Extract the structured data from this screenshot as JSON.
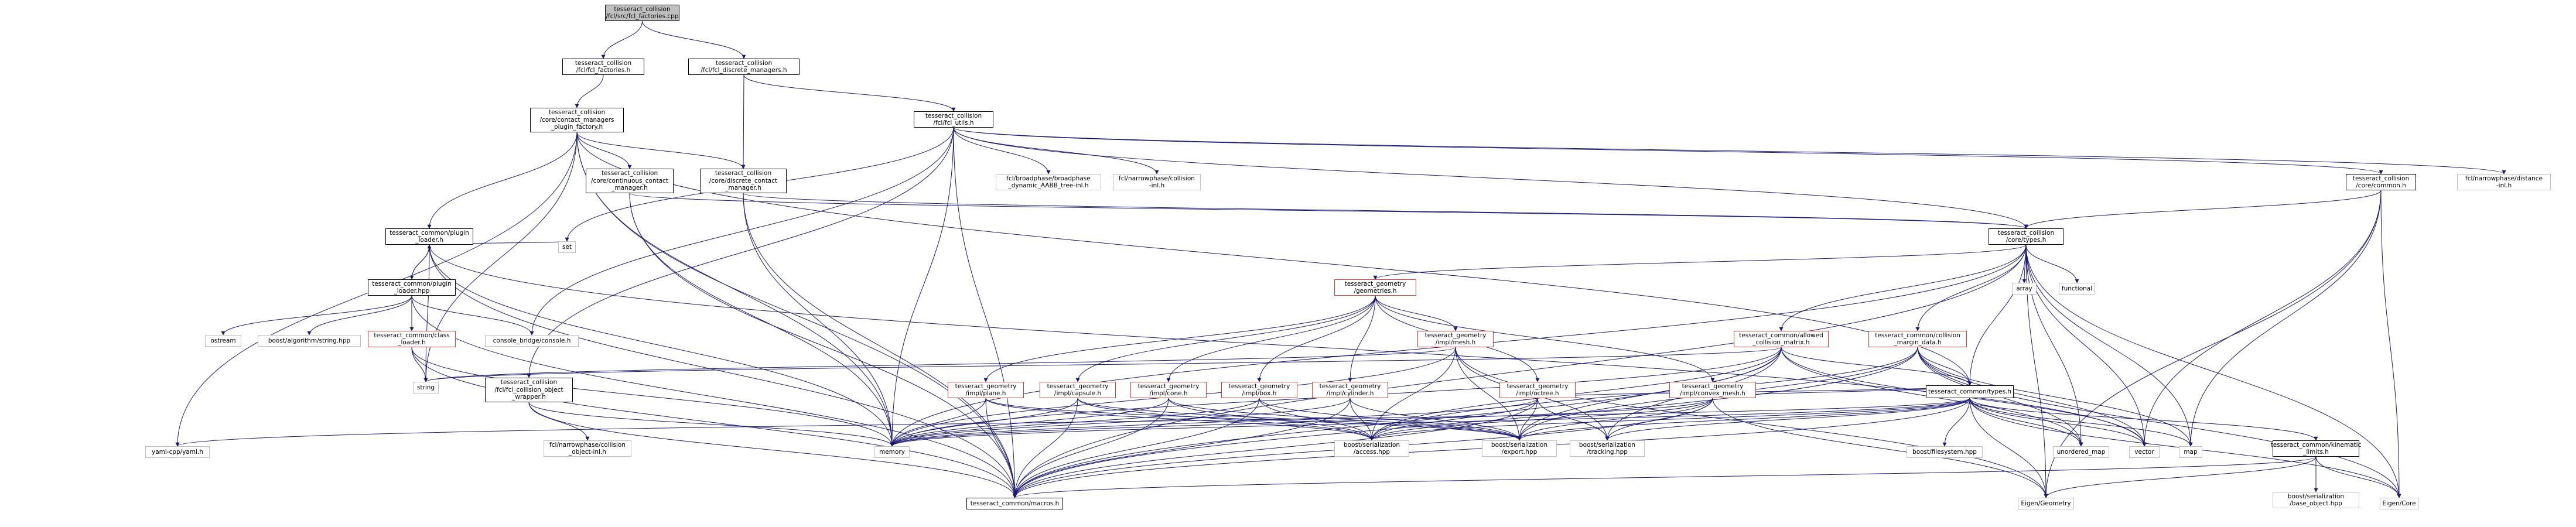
{
  "graph": {
    "nodes": [
      {
        "id": "root",
        "label": "tesseract_collision\n/fcl/src/fcl_factories.cpp",
        "kind": "root"
      },
      {
        "id": "fcl_factories",
        "label": "tesseract_collision\n/fcl/fcl_factories.h",
        "kind": "doc"
      },
      {
        "id": "fcl_discrete",
        "label": "tesseract_collision\n/fcl/fcl_discrete_managers.h",
        "kind": "doc"
      },
      {
        "id": "plugin_factory",
        "label": "tesseract_collision\n/core/contact_managers\n_plugin_factory.h",
        "kind": "doc"
      },
      {
        "id": "fcl_utils",
        "label": "tesseract_collision\n/fcl/fcl_utils.h",
        "kind": "doc"
      },
      {
        "id": "continuous_cm",
        "label": "tesseract_collision\n/core/continuous_contact\n_manager.h",
        "kind": "doc"
      },
      {
        "id": "discrete_cm",
        "label": "tesseract_collision\n/core/discrete_contact\n_manager.h",
        "kind": "doc"
      },
      {
        "id": "bp_dynamic",
        "label": "fcl/broadphase/broadphase\n_dynamic_AABB_tree-inl.h",
        "kind": "lib"
      },
      {
        "id": "np_collision_inl",
        "label": "fcl/narrowphase/collision\n-inl.h",
        "kind": "lib"
      },
      {
        "id": "core_common",
        "label": "tesseract_collision\n/core/common.h",
        "kind": "doc"
      },
      {
        "id": "np_distance",
        "label": "fcl/narrowphase/distance\n-inl.h",
        "kind": "lib"
      },
      {
        "id": "plugin_loader_h",
        "label": "tesseract_common/plugin\n_loader.h",
        "kind": "doc"
      },
      {
        "id": "set",
        "label": "set",
        "kind": "lib"
      },
      {
        "id": "core_types",
        "label": "tesseract_collision\n/core/types.h",
        "kind": "doc"
      },
      {
        "id": "plugin_loader_hpp",
        "label": "tesseract_common/plugin\n_loader.hpp",
        "kind": "doc"
      },
      {
        "id": "geometries",
        "label": "tesseract_geometry\n/geometries.h",
        "kind": "red"
      },
      {
        "id": "array",
        "label": "array",
        "kind": "lib"
      },
      {
        "id": "functional",
        "label": "functional",
        "kind": "lib"
      },
      {
        "id": "ostream",
        "label": "ostream",
        "kind": "lib"
      },
      {
        "id": "boost_algo",
        "label": "boost/algorithm/string.hpp",
        "kind": "lib"
      },
      {
        "id": "console_bridge",
        "label": "console_bridge/console.h",
        "kind": "lib"
      },
      {
        "id": "class_loader",
        "label": "tesseract_common/class\n_loader.h",
        "kind": "red"
      },
      {
        "id": "impl_mesh",
        "label": "tesseract_geometry\n/impl/mesh.h",
        "kind": "red"
      },
      {
        "id": "allowed_cm",
        "label": "tesseract_common/allowed\n_collision_matrix.h",
        "kind": "red"
      },
      {
        "id": "collision_margin",
        "label": "tesseract_common/collision\n_margin_data.h",
        "kind": "red"
      },
      {
        "id": "string",
        "label": "string",
        "kind": "lib"
      },
      {
        "id": "fcl_obj_wrapper",
        "label": "tesseract_collision\n/fcl/fcl_collision_object\n_wrapper.h",
        "kind": "doc"
      },
      {
        "id": "impl_plane",
        "label": "tesseract_geometry\n/impl/plane.h",
        "kind": "red"
      },
      {
        "id": "impl_capsule",
        "label": "tesseract_geometry\n/impl/capsule.h",
        "kind": "red"
      },
      {
        "id": "impl_cone",
        "label": "tesseract_geometry\n/impl/cone.h",
        "kind": "red"
      },
      {
        "id": "impl_box",
        "label": "tesseract_geometry\n/impl/box.h",
        "kind": "red"
      },
      {
        "id": "impl_cylinder",
        "label": "tesseract_geometry\n/impl/cylinder.h",
        "kind": "red"
      },
      {
        "id": "impl_octree",
        "label": "tesseract_geometry\n/impl/octree.h",
        "kind": "red"
      },
      {
        "id": "impl_convex",
        "label": "tesseract_geometry\n/impl/convex_mesh.h",
        "kind": "red"
      },
      {
        "id": "common_types",
        "label": "tesseract_common/types.h",
        "kind": "doc"
      },
      {
        "id": "yaml",
        "label": "yaml-cpp/yaml.h",
        "kind": "lib"
      },
      {
        "id": "np_object_inl",
        "label": "fcl/narrowphase/collision\n_object-inl.h",
        "kind": "lib"
      },
      {
        "id": "memory",
        "label": "memory",
        "kind": "lib"
      },
      {
        "id": "boost_access",
        "label": "boost/serialization\n/access.hpp",
        "kind": "lib"
      },
      {
        "id": "boost_export",
        "label": "boost/serialization\n/export.hpp",
        "kind": "lib"
      },
      {
        "id": "boost_tracking",
        "label": "boost/serialization\n/tracking.hpp",
        "kind": "lib"
      },
      {
        "id": "boost_fs",
        "label": "boost/filesystem.hpp",
        "kind": "lib"
      },
      {
        "id": "unordered_map",
        "label": "unordered_map",
        "kind": "lib"
      },
      {
        "id": "vector",
        "label": "vector",
        "kind": "lib"
      },
      {
        "id": "map",
        "label": "map",
        "kind": "lib"
      },
      {
        "id": "kin_limits",
        "label": "tesseract_common/kinematic\n_limits.h",
        "kind": "doc"
      },
      {
        "id": "macros",
        "label": "tesseract_common/macros.h",
        "kind": "doc"
      },
      {
        "id": "eigen_geometry",
        "label": "Eigen/Geometry",
        "kind": "lib"
      },
      {
        "id": "boost_base_object",
        "label": "boost/serialization\n/base_object.hpp",
        "kind": "lib"
      },
      {
        "id": "eigen_core",
        "label": "Eigen/Core",
        "kind": "lib"
      }
    ],
    "edges": [
      [
        "root",
        "fcl_factories"
      ],
      [
        "root",
        "fcl_discrete"
      ],
      [
        "fcl_factories",
        "plugin_factory"
      ],
      [
        "fcl_discrete",
        "discrete_cm"
      ],
      [
        "fcl_discrete",
        "fcl_utils"
      ],
      [
        "plugin_factory",
        "continuous_cm"
      ],
      [
        "plugin_factory",
        "discrete_cm"
      ],
      [
        "plugin_factory",
        "plugin_loader_h"
      ],
      [
        "plugin_factory",
        "string"
      ],
      [
        "plugin_factory",
        "yaml"
      ],
      [
        "plugin_factory",
        "memory"
      ],
      [
        "plugin_factory",
        "macros"
      ],
      [
        "plugin_factory",
        "common_types"
      ],
      [
        "fcl_utils",
        "bp_dynamic"
      ],
      [
        "fcl_utils",
        "np_collision_inl"
      ],
      [
        "fcl_utils",
        "np_distance"
      ],
      [
        "fcl_utils",
        "core_common"
      ],
      [
        "fcl_utils",
        "fcl_obj_wrapper"
      ],
      [
        "fcl_utils",
        "core_types"
      ],
      [
        "fcl_utils",
        "set"
      ],
      [
        "fcl_utils",
        "console_bridge"
      ],
      [
        "fcl_utils",
        "memory"
      ],
      [
        "fcl_utils",
        "macros"
      ],
      [
        "continuous_cm",
        "core_types"
      ],
      [
        "continuous_cm",
        "memory"
      ],
      [
        "continuous_cm",
        "macros"
      ],
      [
        "discrete_cm",
        "core_types"
      ],
      [
        "discrete_cm",
        "memory"
      ],
      [
        "discrete_cm",
        "macros"
      ],
      [
        "core_common",
        "core_types"
      ],
      [
        "core_common",
        "vector"
      ],
      [
        "core_common",
        "map"
      ],
      [
        "core_common",
        "eigen_core"
      ],
      [
        "core_common",
        "eigen_geometry"
      ],
      [
        "plugin_loader_h",
        "plugin_loader_hpp"
      ],
      [
        "plugin_loader_h",
        "set"
      ],
      [
        "plugin_loader_h",
        "string"
      ],
      [
        "plugin_loader_h",
        "memory"
      ],
      [
        "plugin_loader_h",
        "macros"
      ],
      [
        "plugin_loader_h",
        "vector"
      ],
      [
        "plugin_loader_hpp",
        "plugin_loader_h"
      ],
      [
        "plugin_loader_hpp",
        "ostream"
      ],
      [
        "plugin_loader_hpp",
        "boost_algo"
      ],
      [
        "plugin_loader_hpp",
        "console_bridge"
      ],
      [
        "plugin_loader_hpp",
        "class_loader"
      ],
      [
        "plugin_loader_hpp",
        "macros"
      ],
      [
        "class_loader",
        "string"
      ],
      [
        "class_loader",
        "memory"
      ],
      [
        "class_loader",
        "macros"
      ],
      [
        "core_types",
        "geometries"
      ],
      [
        "core_types",
        "allowed_cm"
      ],
      [
        "core_types",
        "collision_margin"
      ],
      [
        "core_types",
        "array"
      ],
      [
        "core_types",
        "functional"
      ],
      [
        "core_types",
        "common_types"
      ],
      [
        "core_types",
        "unordered_map"
      ],
      [
        "core_types",
        "vector"
      ],
      [
        "core_types",
        "map"
      ],
      [
        "core_types",
        "memory"
      ],
      [
        "core_types",
        "eigen_geometry"
      ],
      [
        "core_types",
        "eigen_core"
      ],
      [
        "core_types",
        "macros"
      ],
      [
        "geometries",
        "impl_plane"
      ],
      [
        "geometries",
        "impl_capsule"
      ],
      [
        "geometries",
        "impl_cone"
      ],
      [
        "geometries",
        "impl_box"
      ],
      [
        "geometries",
        "impl_cylinder"
      ],
      [
        "geometries",
        "impl_mesh"
      ],
      [
        "geometries",
        "impl_octree"
      ],
      [
        "geometries",
        "impl_convex"
      ],
      [
        "impl_mesh",
        "string"
      ],
      [
        "impl_mesh",
        "memory"
      ],
      [
        "impl_mesh",
        "boost_access"
      ],
      [
        "impl_mesh",
        "boost_export"
      ],
      [
        "impl_mesh",
        "boost_tracking"
      ],
      [
        "impl_mesh",
        "eigen_geometry"
      ],
      [
        "allowed_cm",
        "string"
      ],
      [
        "allowed_cm",
        "unordered_map"
      ],
      [
        "allowed_cm",
        "vector"
      ],
      [
        "allowed_cm",
        "memory"
      ],
      [
        "allowed_cm",
        "boost_access"
      ],
      [
        "allowed_cm",
        "boost_export"
      ],
      [
        "allowed_cm",
        "boost_tracking"
      ],
      [
        "allowed_cm",
        "common_types"
      ],
      [
        "allowed_cm",
        "macros"
      ],
      [
        "collision_margin",
        "unordered_map"
      ],
      [
        "collision_margin",
        "vector"
      ],
      [
        "collision_margin",
        "map"
      ],
      [
        "collision_margin",
        "eigen_core"
      ],
      [
        "collision_margin",
        "boost_access"
      ],
      [
        "collision_margin",
        "boost_export"
      ],
      [
        "collision_margin",
        "common_types"
      ],
      [
        "collision_margin",
        "macros"
      ],
      [
        "fcl_obj_wrapper",
        "np_object_inl"
      ],
      [
        "fcl_obj_wrapper",
        "memory"
      ],
      [
        "fcl_obj_wrapper",
        "macros"
      ],
      [
        "impl_plane",
        "memory"
      ],
      [
        "impl_plane",
        "boost_access"
      ],
      [
        "impl_plane",
        "boost_export"
      ],
      [
        "impl_plane",
        "macros"
      ],
      [
        "impl_capsule",
        "memory"
      ],
      [
        "impl_capsule",
        "boost_access"
      ],
      [
        "impl_capsule",
        "boost_export"
      ],
      [
        "impl_capsule",
        "macros"
      ],
      [
        "impl_cone",
        "memory"
      ],
      [
        "impl_cone",
        "boost_access"
      ],
      [
        "impl_cone",
        "boost_export"
      ],
      [
        "impl_cone",
        "macros"
      ],
      [
        "impl_box",
        "memory"
      ],
      [
        "impl_box",
        "boost_access"
      ],
      [
        "impl_box",
        "boost_export"
      ],
      [
        "impl_box",
        "macros"
      ],
      [
        "impl_cylinder",
        "memory"
      ],
      [
        "impl_cylinder",
        "boost_access"
      ],
      [
        "impl_cylinder",
        "boost_export"
      ],
      [
        "impl_cylinder",
        "macros"
      ],
      [
        "impl_octree",
        "memory"
      ],
      [
        "impl_octree",
        "boost_access"
      ],
      [
        "impl_octree",
        "boost_export"
      ],
      [
        "impl_octree",
        "boost_tracking"
      ],
      [
        "impl_octree",
        "macros"
      ],
      [
        "impl_octree",
        "common_types"
      ],
      [
        "impl_convex",
        "memory"
      ],
      [
        "impl_convex",
        "boost_access"
      ],
      [
        "impl_convex",
        "boost_export"
      ],
      [
        "impl_convex",
        "boost_tracking"
      ],
      [
        "impl_convex",
        "macros"
      ],
      [
        "impl_convex",
        "common_types"
      ],
      [
        "impl_convex",
        "eigen_geometry"
      ],
      [
        "common_types",
        "yaml"
      ],
      [
        "common_types",
        "memory"
      ],
      [
        "common_types",
        "boost_access"
      ],
      [
        "common_types",
        "boost_export"
      ],
      [
        "common_types",
        "boost_tracking"
      ],
      [
        "common_types",
        "boost_fs"
      ],
      [
        "common_types",
        "unordered_map"
      ],
      [
        "common_types",
        "vector"
      ],
      [
        "common_types",
        "map"
      ],
      [
        "common_types",
        "kin_limits"
      ],
      [
        "common_types",
        "macros"
      ],
      [
        "common_types",
        "eigen_geometry"
      ],
      [
        "common_types",
        "eigen_core"
      ],
      [
        "kin_limits",
        "macros"
      ],
      [
        "kin_limits",
        "boost_base_object"
      ],
      [
        "kin_limits",
        "eigen_core"
      ],
      [
        "kin_limits",
        "eigen_geometry"
      ]
    ]
  },
  "colors": {
    "edge": "#191970",
    "doc_border": "#000000",
    "red_border": "#e53935",
    "lib_border": "#c0c0c0",
    "root_fill": "#bfbfbf"
  }
}
